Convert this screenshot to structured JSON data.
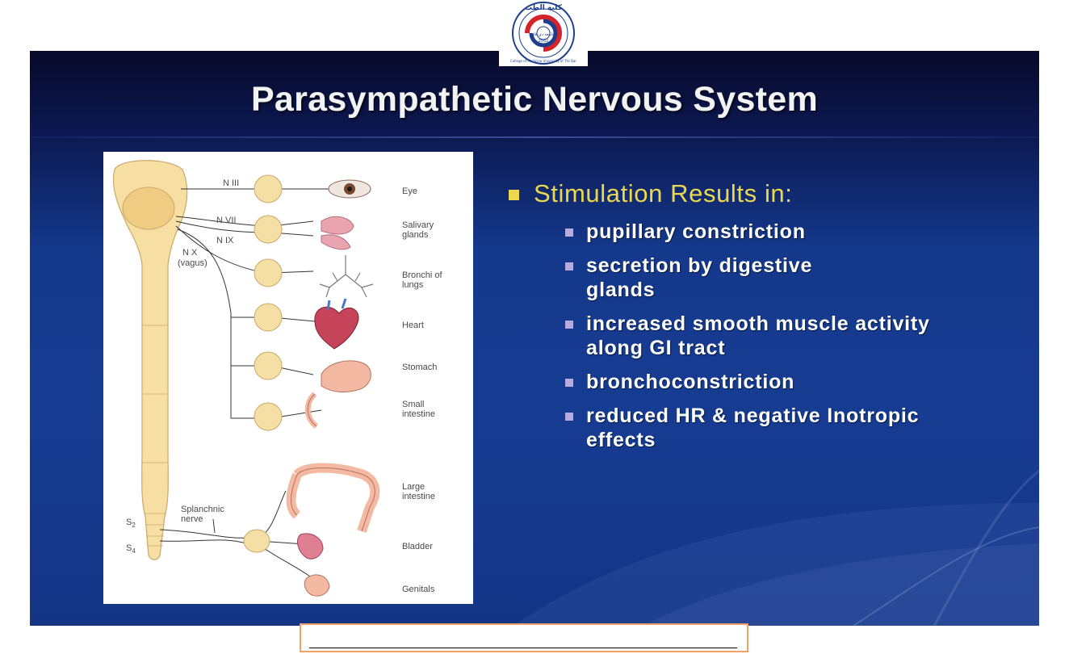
{
  "slide": {
    "title": "Parasympathetic Nervous System"
  },
  "logo": {
    "arabic_text": "كلية الطب",
    "ring_text": "College of Medicine University of Thi-Qar",
    "inner_text": "جامعة ذي قار",
    "year": "2002"
  },
  "figure": {
    "nerves": {
      "n3": "N III",
      "n7": "N VII",
      "n9": "N IX",
      "n10": "N X",
      "vagus": "(vagus)",
      "splanchnic_1": "Splanchnic",
      "splanchnic_2": "nerve",
      "s2": "S",
      "s2_sub": "2",
      "s4": "S",
      "s4_sub": "4"
    },
    "organs": {
      "eye": "Eye",
      "salivary_1": "Salivary",
      "salivary_2": "glands",
      "bronchi_1": "Bronchi of",
      "bronchi_2": "lungs",
      "heart": "Heart",
      "stomach": "Stomach",
      "small_1": "Small",
      "small_2": "intestine",
      "large_1": "Large",
      "large_2": "intestine",
      "bladder": "Bladder",
      "genitals": "Genitals"
    }
  },
  "content": {
    "heading": "Stimulation Results in:",
    "items": [
      "pupillary constriction",
      "secretion by digestive glands",
      "increased smooth muscle activity along GI tract",
      "bronchoconstriction",
      "reduced HR & negative Inotropic effects"
    ]
  },
  "colors": {
    "title_text": "#f2f2f2",
    "heading_yellow": "#ecd84e",
    "sub_bullet": "#b9a9dd",
    "slide_blue": "#163c92",
    "footer_border": "#f0a264",
    "ganglion": "#f6dfa4",
    "spine": "#f7dea2"
  }
}
